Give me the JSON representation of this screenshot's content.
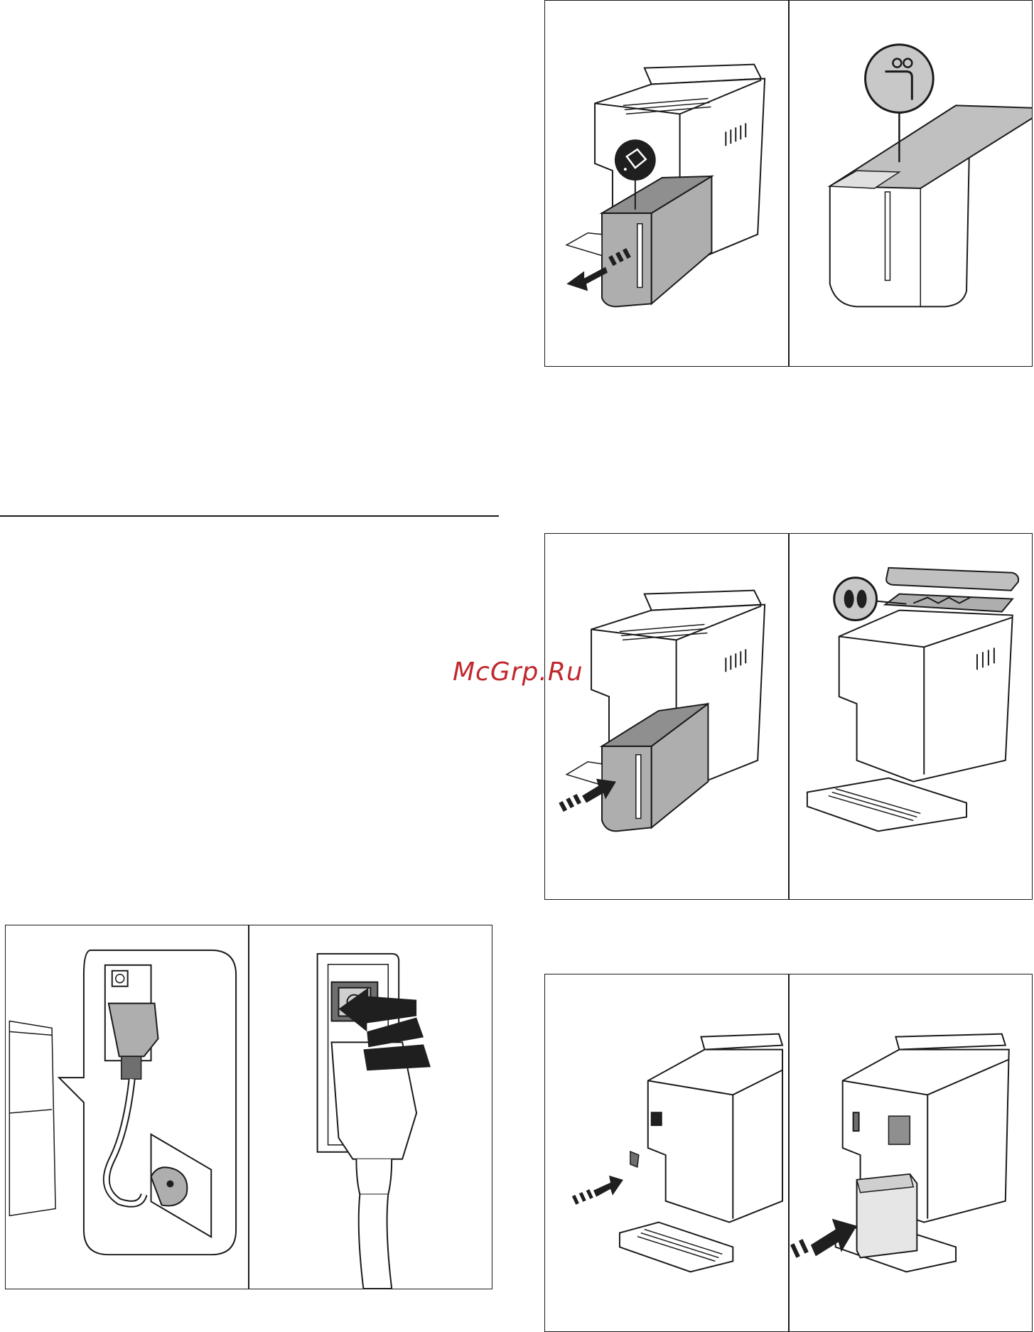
{
  "watermark": {
    "text": "McGrp.Ru",
    "color": "#c0282d"
  },
  "colors": {
    "line": "#1a1a1a",
    "tank_fill": "#aeaeae",
    "icon_fill": "#c8c8c8",
    "dark": "#1f1f1f"
  },
  "panels": [
    {
      "id": "A",
      "icons": [
        "coffee-machine-icon",
        "water-tank-icon",
        "jug-pour-icon",
        "remove-arrow-icon"
      ]
    },
    {
      "id": "B",
      "icons": [
        "water-tank-icon",
        "tap-water-icon"
      ]
    },
    {
      "id": "C",
      "icons": [
        "coffee-machine-icon",
        "water-tank-icon",
        "insert-arrow-icon"
      ]
    },
    {
      "id": "D",
      "icons": [
        "coffee-machine-icon",
        "bean-container-icon",
        "coffee-beans-icon",
        "lid-icon"
      ]
    },
    {
      "id": "E",
      "icons": [
        "power-cord-icon",
        "wall-socket-icon",
        "machine-socket-icon"
      ]
    },
    {
      "id": "F",
      "icons": [
        "power-switch-icon",
        "press-arrow-icon",
        "plug-icon"
      ]
    },
    {
      "id": "G",
      "icons": [
        "coffee-machine-icon",
        "hot-water-spout-icon",
        "insert-arrow-icon"
      ]
    },
    {
      "id": "H",
      "icons": [
        "coffee-machine-icon",
        "container-icon",
        "insert-arrow-icon"
      ]
    }
  ]
}
